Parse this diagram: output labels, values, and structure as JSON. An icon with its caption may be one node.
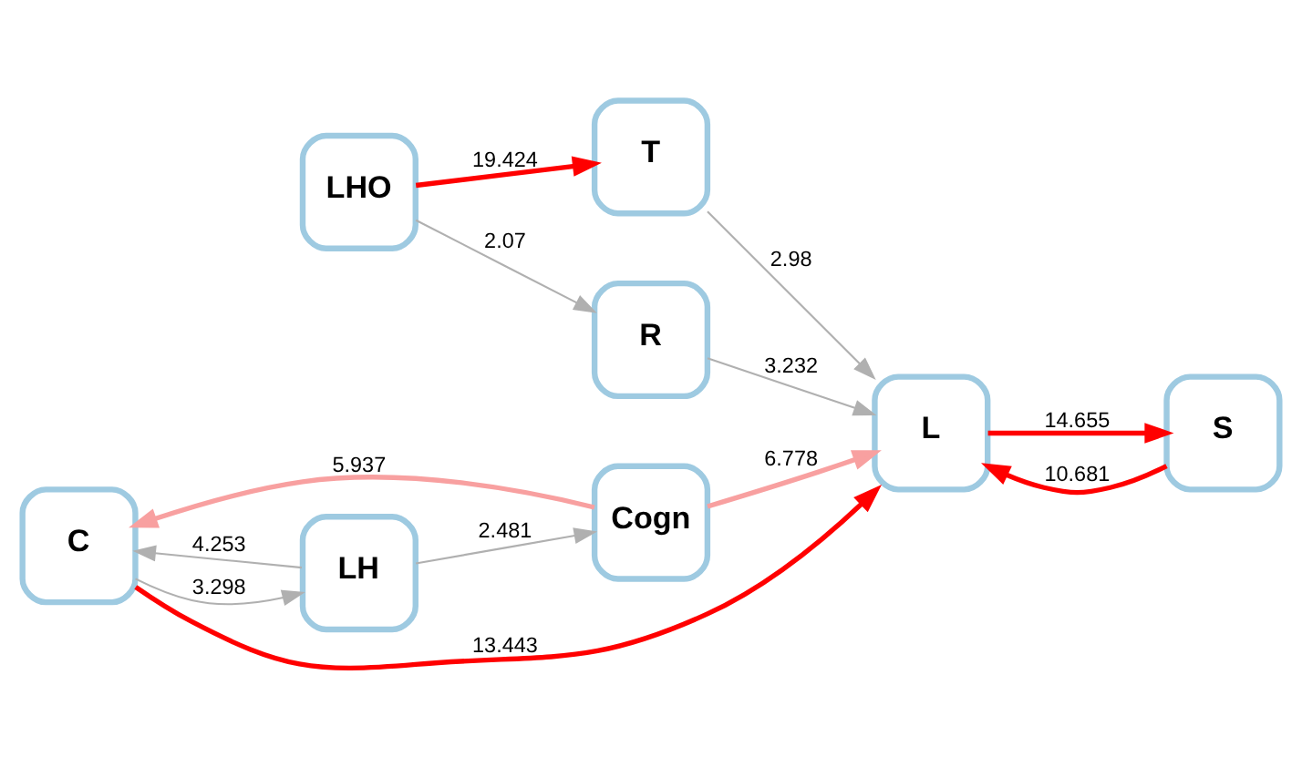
{
  "diagram": {
    "nodes": [
      {
        "text": [
          "LHO"
        ]
      },
      {
        "text": [
          "R"
        ]
      },
      {
        "text": [
          "S"
        ]
      },
      {
        "text": [
          "L"
        ]
      },
      {
        "text": [
          "T"
        ]
      },
      {
        "text": [
          "LH"
        ]
      },
      {
        "text": [
          "C"
        ]
      },
      {
        "text": [
          "Cogn"
        ]
      }
    ],
    "edges": [
      {
        "from": 0,
        "to": 4,
        "arrow": "to",
        "label": "19.424",
        "style": "thick",
        "color": "#ff0000"
      },
      {
        "from": 0,
        "to": 1,
        "arrow": "to",
        "label": "2.07"
      },
      {
        "from": 1,
        "to": 3,
        "arrow": "to",
        "label": "3.232"
      },
      {
        "from": 2,
        "to": 3,
        "arrow": "to",
        "label": "10.681",
        "style": "thick",
        "color": "#ff0000"
      },
      {
        "from": 3,
        "to": 2,
        "arrow": "to",
        "label": "14.655",
        "style": "thick",
        "color": "#ff0000"
      },
      {
        "from": 4,
        "to": 3,
        "arrow": "to",
        "label": "2.98"
      },
      {
        "from": 6,
        "to": 3,
        "arrow": "to",
        "label": "13.443",
        "style": "thick",
        "color": "#ff0000"
      },
      {
        "from": 7,
        "to": 3,
        "arrow": "to",
        "label": "6.778",
        "style": "thick",
        "color": "#f8a0a0"
      },
      {
        "from": 5,
        "to": 6,
        "arrow": "to",
        "label": "4.253"
      },
      {
        "from": 6,
        "to": 5,
        "arrow": "to",
        "label": "3.298"
      },
      {
        "from": 7,
        "to": 6,
        "arrow": "to",
        "label": "5.937",
        "style": "thick",
        "color": "#f8a0a0"
      },
      {
        "from": 5,
        "to": 7,
        "arrow": "to",
        "label": "2.481"
      }
    ]
  }
}
